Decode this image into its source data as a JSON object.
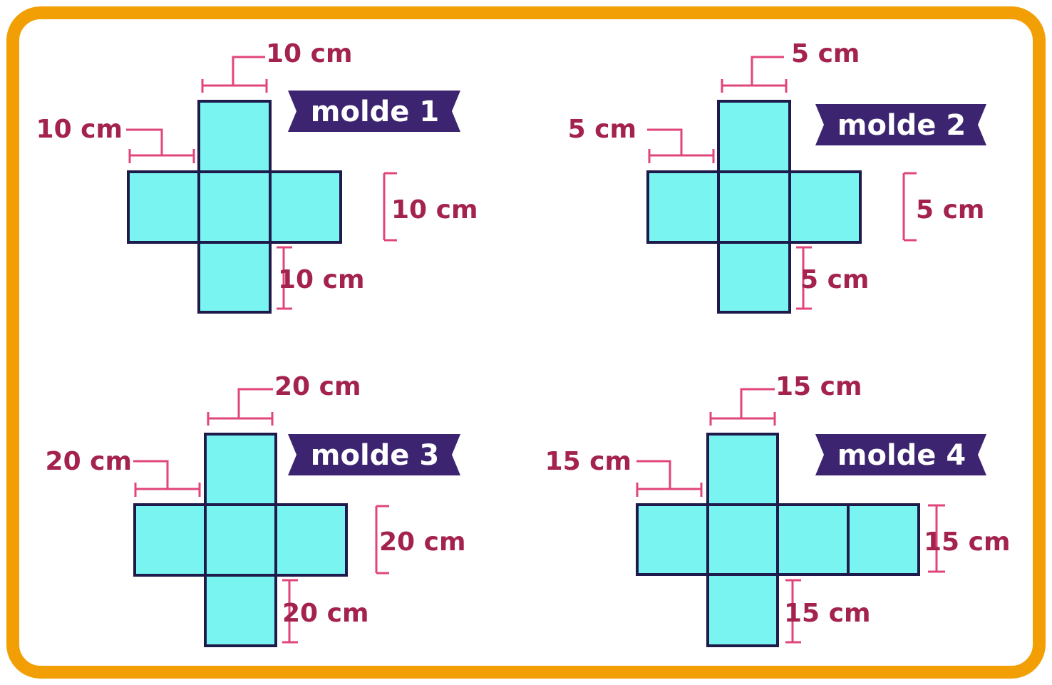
{
  "colors": {
    "frame": "#f29f05",
    "square_fill": "#7af4f0",
    "square_stroke": "#1e1a4b",
    "dimension_line": "#e0457b",
    "dimension_text": "#a3224e",
    "banner": "#3c2470",
    "banner_text": "#ffffff"
  },
  "nets": [
    {
      "title": "molde 1",
      "labels": {
        "top": "10 cm",
        "left": "10 cm",
        "right": "10 cm",
        "bottom": "10 cm"
      }
    },
    {
      "title": "molde 2",
      "labels": {
        "top": "5 cm",
        "left": "5 cm",
        "right": "5 cm",
        "bottom": "5 cm"
      }
    },
    {
      "title": "molde 3",
      "labels": {
        "top": "20 cm",
        "left": "20 cm",
        "right": "20 cm",
        "bottom": "20 cm"
      }
    },
    {
      "title": "molde 4",
      "labels": {
        "top": "15 cm",
        "left": "15 cm",
        "right": "15 cm",
        "bottom": "15 cm"
      }
    }
  ]
}
